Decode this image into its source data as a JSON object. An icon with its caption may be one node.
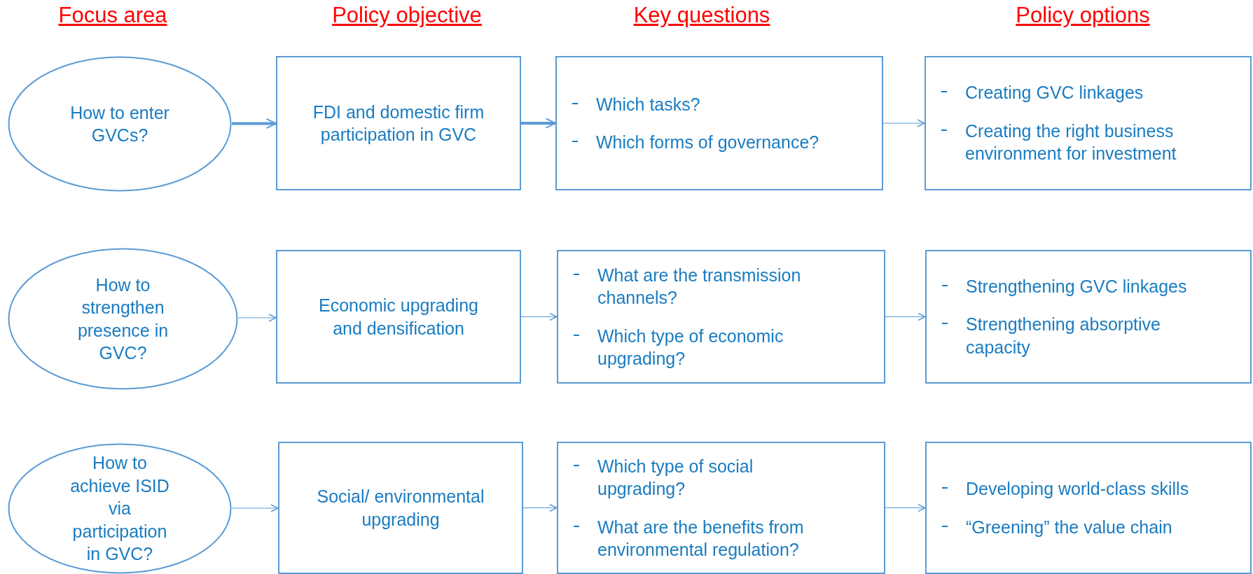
{
  "diagram": {
    "nodes": [
      {
        "text": [
          "How to enter GVCs?"
        ]
      },
      {
        "text": [
          "FDI and domestic firm participation in GVC"
        ]
      },
      {
        "text": [
          "Which tasks?",
          "Which forms of governance?"
        ]
      },
      {
        "text": [
          "Creating GVC linkages",
          "Creating the right business environment for investment"
        ]
      },
      {
        "text": [
          "How to strengthen presence in GVC?"
        ]
      },
      {
        "text": [
          "Economic upgrading and densification"
        ]
      },
      {
        "text": [
          "What are the transmission channels?",
          "Which type of economic upgrading?"
        ]
      },
      {
        "text": [
          "Strengthening GVC linkages",
          "Strengthening absorptive capacity"
        ]
      },
      {
        "text": [
          "How to achieve ISID via participation in GVC?"
        ]
      },
      {
        "text": [
          "Social/ environmental upgrading"
        ]
      },
      {
        "text": [
          "Which type of social upgrading?",
          "What are the benefits from environmental regulation?"
        ]
      },
      {
        "text": [
          "Developing world-class skills",
          "“Greening” the value chain"
        ]
      }
    ],
    "edges": [
      {
        "from": 0,
        "to": 1,
        "arrow": "to",
        "style": "thick"
      },
      {
        "from": 1,
        "to": 2,
        "arrow": "to",
        "style": "thick"
      },
      {
        "from": 2,
        "to": 3,
        "arrow": "to"
      },
      {
        "from": 4,
        "to": 5,
        "arrow": "to"
      },
      {
        "from": 5,
        "to": 6,
        "arrow": "to"
      },
      {
        "from": 6,
        "to": 7,
        "arrow": "to"
      },
      {
        "from": 8,
        "to": 9,
        "arrow": "to"
      },
      {
        "from": 9,
        "to": 10,
        "arrow": "to"
      },
      {
        "from": 10,
        "to": 11,
        "arrow": "to"
      }
    ],
    "labels": [
      "Focus area",
      "Policy objective",
      "Key questions",
      "Policy options"
    ]
  }
}
